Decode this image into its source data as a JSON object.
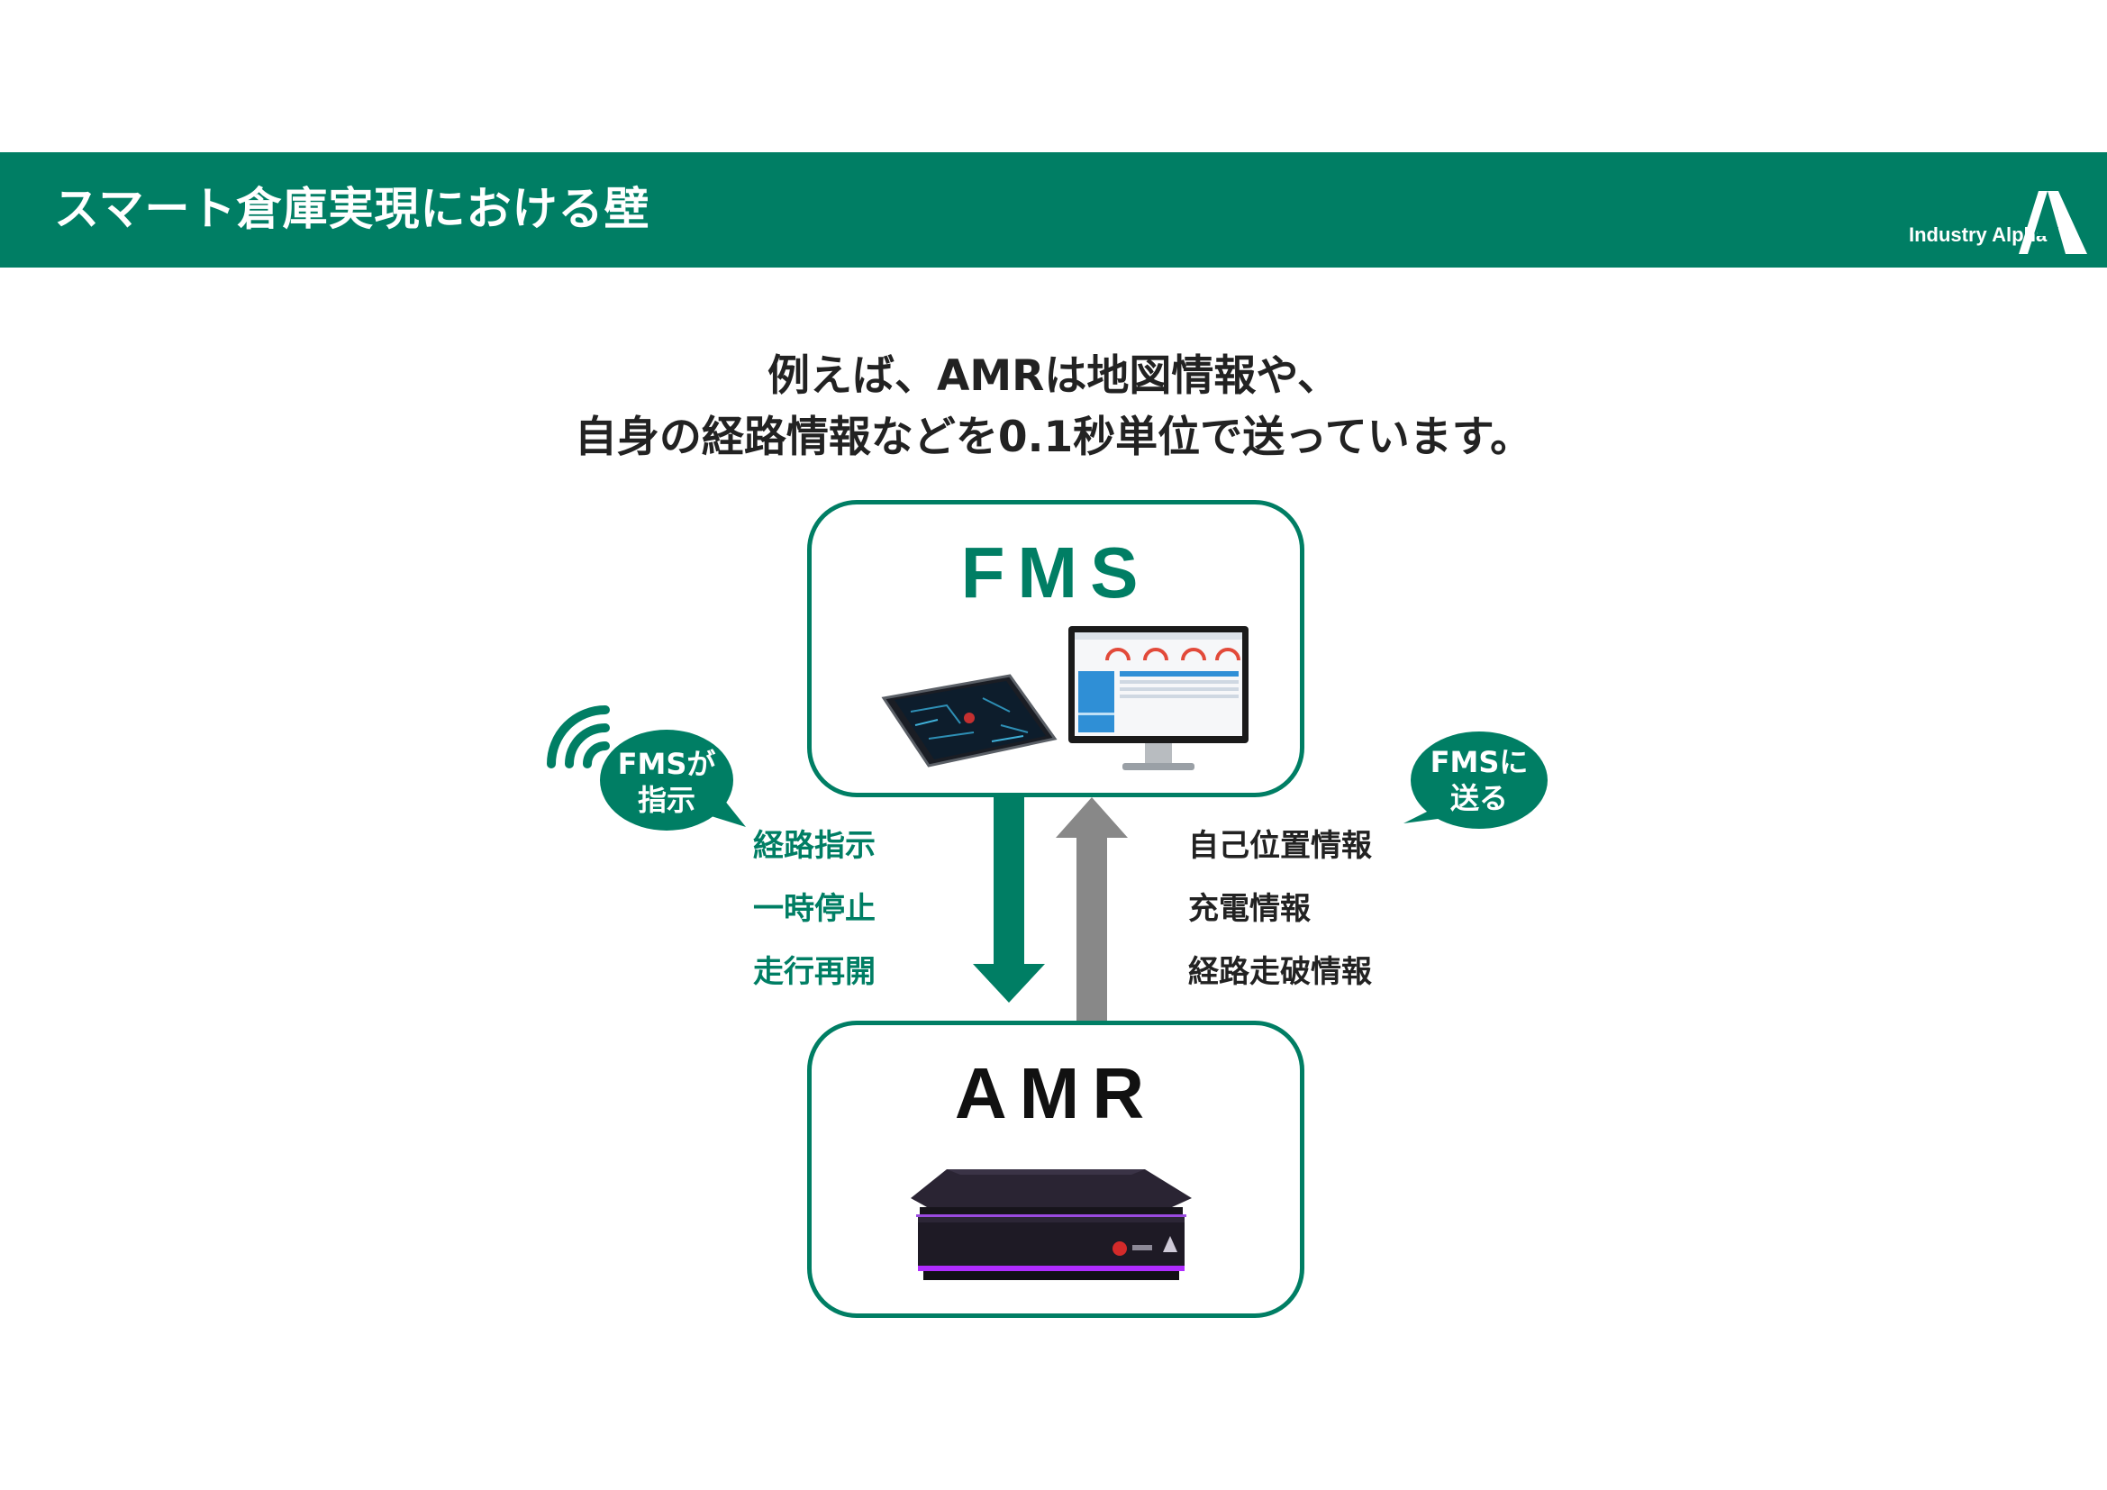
{
  "header": {
    "title": "スマート倉庫実現における壁",
    "logo_text": "Industry Alpha"
  },
  "intro": {
    "line1": "例えば、AMRは地図情報や、",
    "line2": "自身の経路情報などを0.1秒単位で送っています。"
  },
  "fms_box": {
    "title": "FMS"
  },
  "amr_box": {
    "title": "AMR"
  },
  "left_bubble": {
    "line1": "FMSが",
    "line2": "指示"
  },
  "right_bubble": {
    "line1": "FMSに",
    "line2": "送る"
  },
  "commands_down": [
    "経路指示",
    "一時停止",
    "走行再開"
  ],
  "reports_up": [
    "自己位置情報",
    "充電情報",
    "経路走破情報"
  ],
  "colors": {
    "brand_green": "#007e64",
    "arrow_gray": "#888888",
    "robot_glow": "#b02cff"
  },
  "icons": {
    "wifi": "wifi-icon",
    "logo": "industry-alpha-logo"
  }
}
